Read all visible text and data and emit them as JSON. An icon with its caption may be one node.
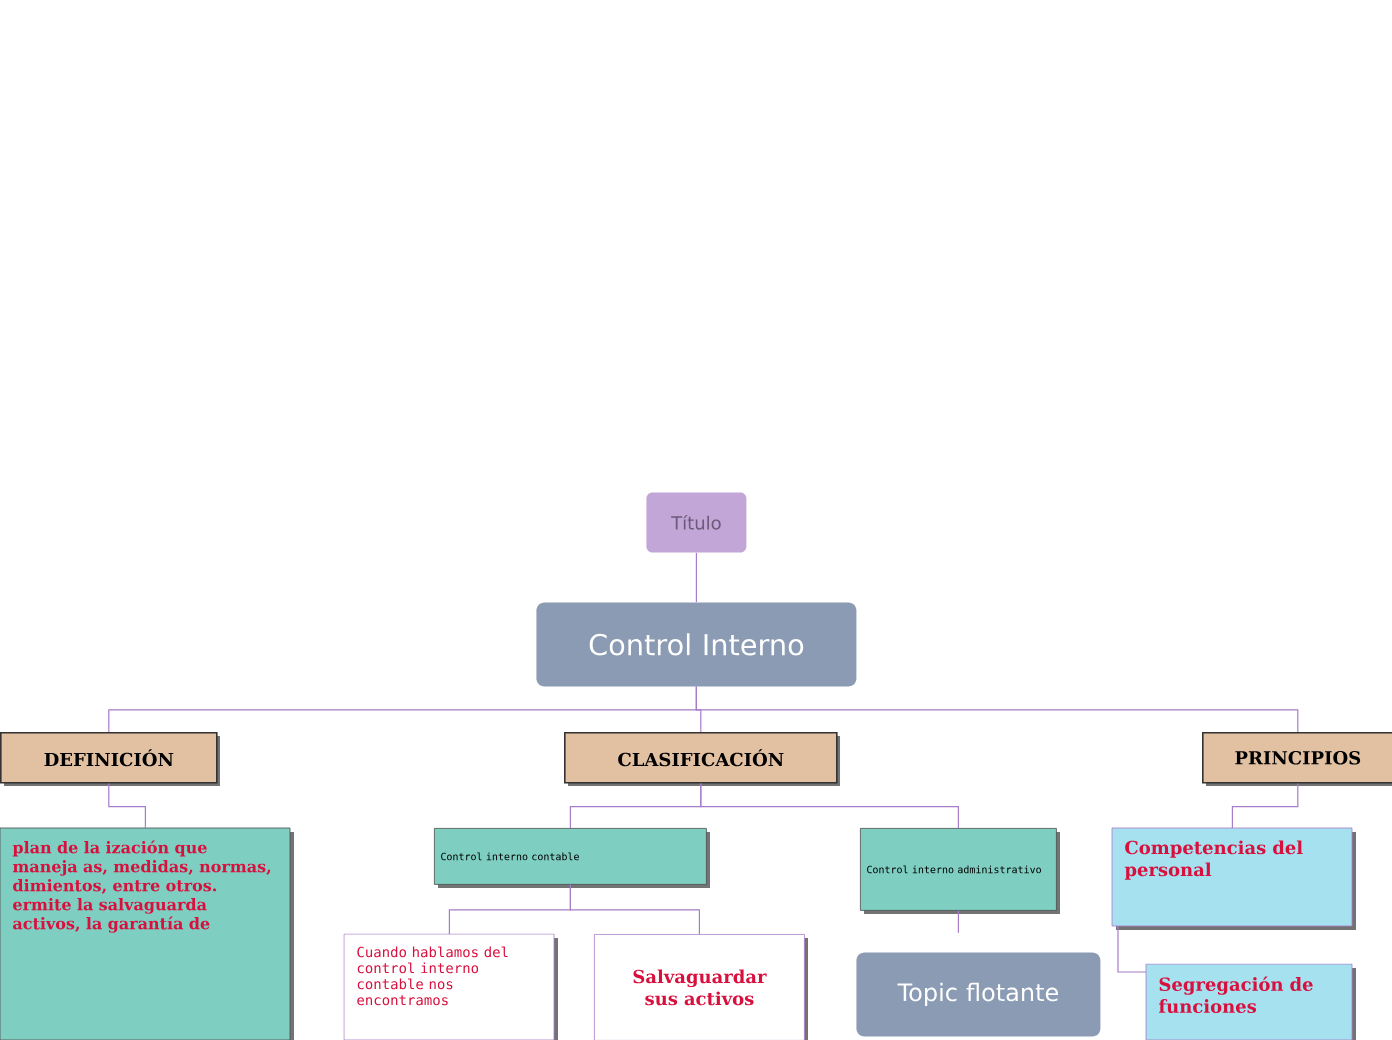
{
  "diagram": {
    "nodes": [
      {
        "text": [
          "Título"
        ]
      },
      {
        "text": [
          "Control Interno"
        ]
      },
      {
        "text": [
          "DEFINICIÓN"
        ]
      },
      {
        "text": [
          "CLASIFICACIÓN"
        ]
      },
      {
        "text": [
          "PRINCIPIOS"
        ]
      },
      {
        "text": [
          "plan de la ización que maneja as, medidas, normas, dimientos, entre otros. ermite la salvaguarda activos, la garantía de"
        ]
      },
      {
        "text": [
          "Control interno contable"
        ]
      },
      {
        "text": [
          "Control interno administrativo"
        ]
      },
      {
        "text": [
          "Competencias del personal"
        ]
      },
      {
        "text": [
          "Cuando hablamos del control interno contable nos encontramos"
        ]
      },
      {
        "text": [
          "Salvaguardar sus activos"
        ]
      },
      {
        "text": [
          "Segregación de funciones"
        ]
      },
      {
        "text": [
          "Topic flotante"
        ]
      }
    ],
    "edges": [
      {
        "from": 0,
        "to": 1,
        "arrow": "none"
      },
      {
        "from": 1,
        "to": 2,
        "arrow": "none"
      },
      {
        "from": 1,
        "to": 3,
        "arrow": "none"
      },
      {
        "from": 1,
        "to": 4,
        "arrow": "none"
      },
      {
        "from": 2,
        "to": 5,
        "arrow": "none"
      },
      {
        "from": 3,
        "to": 6,
        "arrow": "none"
      },
      {
        "from": 3,
        "to": 7,
        "arrow": "none"
      },
      {
        "from": 4,
        "to": 8,
        "arrow": "none"
      },
      {
        "from": 6,
        "to": 9,
        "arrow": "none"
      },
      {
        "from": 6,
        "to": 10,
        "arrow": "none"
      },
      {
        "from": 7,
        "to": null,
        "arrow": "none"
      },
      {
        "from": 8,
        "to": 11,
        "arrow": "none"
      }
    ]
  }
}
